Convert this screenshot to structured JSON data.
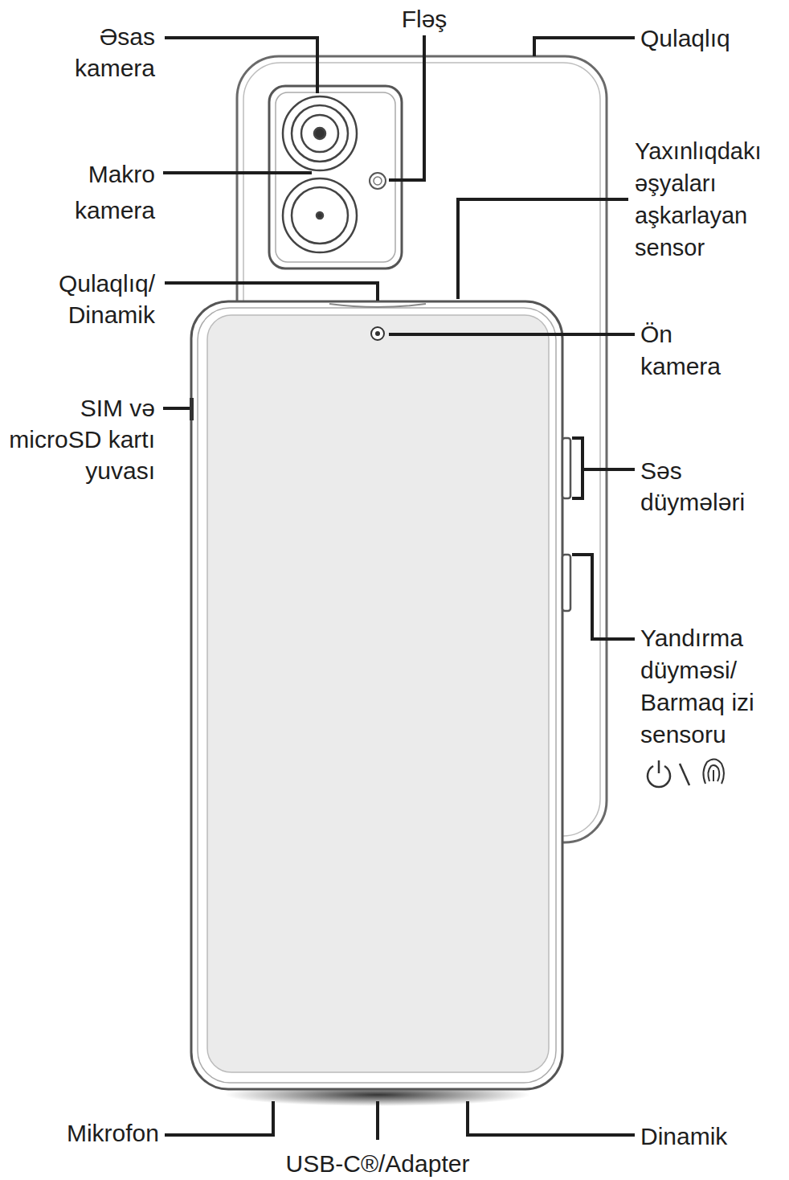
{
  "diagram": {
    "labels": [
      "Əsas kamera",
      "Fləş",
      "Qulaqlıq",
      "Makro kamera",
      "Yaxınlıqdakı əşyaları aşkarlayan sensor",
      "Qulaqlıq/ Dinamik",
      "Ön kamera",
      "SIM və microSD kartı yuvası",
      "Səs düymələri",
      "Yandırma düyməsi/ Barmaq izi sensoru",
      "Mikrofon",
      "USB-C®/Adapter",
      "Dinamik"
    ]
  }
}
